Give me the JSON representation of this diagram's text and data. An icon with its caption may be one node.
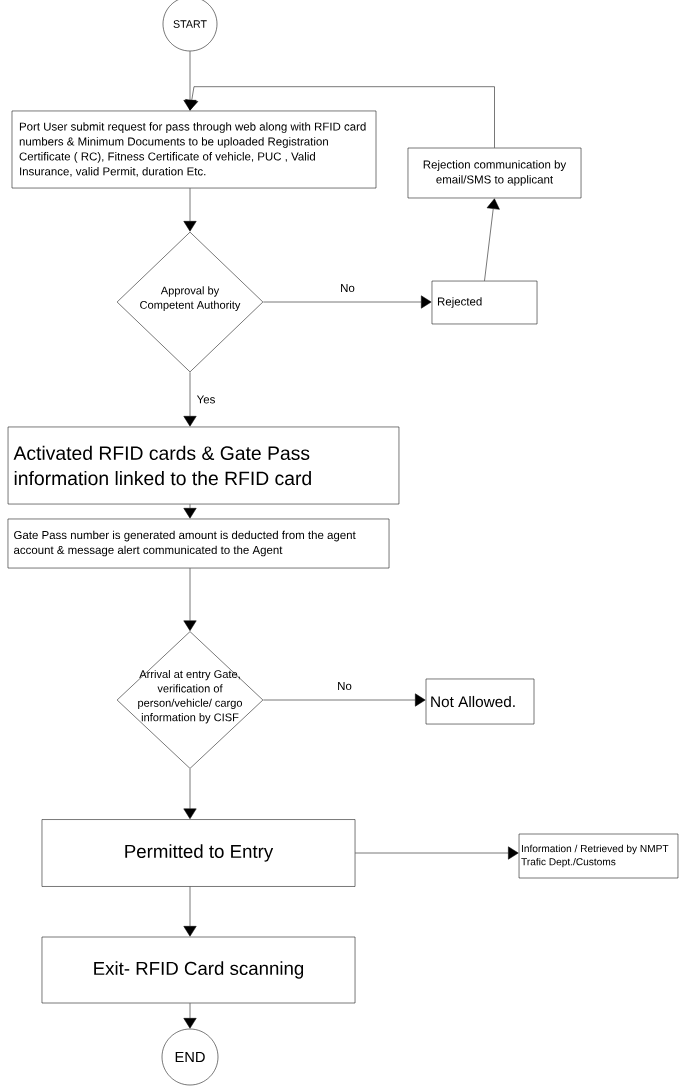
{
  "diagram": {
    "nodes": [
      {
        "text": [
          "START"
        ]
      },
      {
        "text": [
          "Port User submit request for pass through web along with RFID card numbers & Minimum Documents to be uploaded Registration Certificate ( RC), Fitness Certificate of vehicle, PUC , Valid Insurance, valid Permit, duration Etc."
        ]
      },
      {
        "text": [
          "Rejection communication by email/SMS to applicant"
        ]
      },
      {
        "text": [
          "Approval by Competent Authority"
        ]
      },
      {
        "text": [
          "Rejected"
        ]
      },
      {
        "text": [
          "Activated RFID cards & Gate Pass information linked to the RFID card"
        ]
      },
      {
        "text": [
          "Gate Pass number is generated amount is deducted from the agent account & message alert communicated to the Agent"
        ]
      },
      {
        "text": [
          "Arrival at entry Gate, verification of person/vehicle/ cargo information by CISF"
        ]
      },
      {
        "text": [
          "Not Allowed."
        ]
      },
      {
        "text": [
          "Permitted to Entry"
        ]
      },
      {
        "text": [
          "Information / Retrieved by NMPT Trafic Dept./Customs"
        ]
      },
      {
        "text": [
          "Exit- RFID Card scanning"
        ]
      },
      {
        "text": [
          "END"
        ]
      }
    ],
    "edges": [
      {
        "from": 0,
        "to": 1,
        "arrow": "to"
      },
      {
        "from": 2,
        "to": 1,
        "arrow": "to"
      },
      {
        "from": 1,
        "to": 3,
        "arrow": "to"
      },
      {
        "from": 3,
        "to": 4,
        "label": "No",
        "arrow": "to"
      },
      {
        "from": 4,
        "to": 2,
        "arrow": "to"
      },
      {
        "from": 3,
        "to": 5,
        "label": "Yes",
        "arrow": "to"
      },
      {
        "from": 5,
        "to": 6,
        "arrow": "to"
      },
      {
        "from": 6,
        "to": 7,
        "arrow": "to"
      },
      {
        "from": 7,
        "to": 8,
        "label": "No",
        "arrow": "to"
      },
      {
        "from": 7,
        "to": 9,
        "arrow": "to"
      },
      {
        "from": 9,
        "to": 10,
        "arrow": "to"
      },
      {
        "from": 9,
        "to": 11,
        "arrow": "to"
      },
      {
        "from": 11,
        "to": 12,
        "arrow": "to"
      }
    ]
  }
}
